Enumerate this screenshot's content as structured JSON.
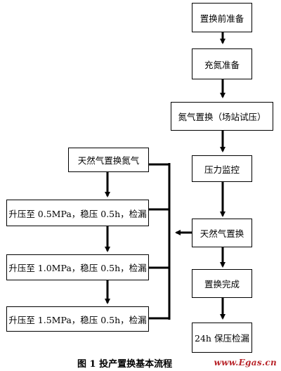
{
  "right_column": [
    "置换前准备",
    "充氮准备",
    "氮气置换（场站试压）",
    "压力监控",
    "天然气置换",
    "置换完成",
    "24h 保压检漏"
  ],
  "left_column": [
    "天然气置换氮气",
    "升压至 0.5MPa，稳压 0.5h，检漏",
    "升压至 1.0MPa，稳压 0.5h，检漏",
    "升压至 1.5MPa，稳压 0.5h，检漏"
  ],
  "caption": "图 1    投产置换基本流程",
  "watermark": "www.Egas.cn"
}
